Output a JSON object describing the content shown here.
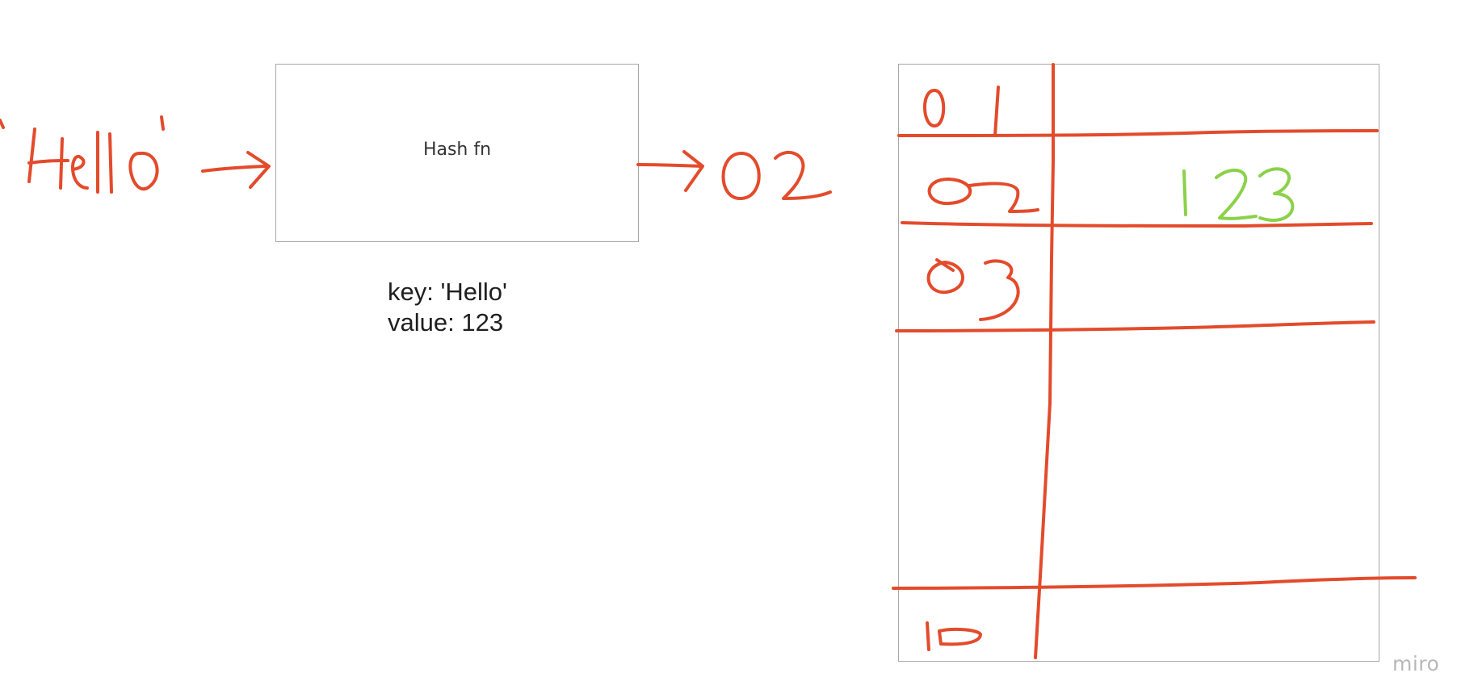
{
  "diagram": {
    "hash_box": {
      "label": "Hash fn"
    },
    "note": {
      "key_line": "key: 'Hello'",
      "value_line": "value: 123"
    },
    "handwritten": {
      "input_key": "'Hello'",
      "hash_output": "02",
      "row_labels": [
        "01",
        "02",
        "03",
        "10"
      ],
      "stored_value": "123"
    },
    "colors": {
      "ink_red": "#e34b2c",
      "ink_green": "#8bd14a",
      "box_border": "#a7a7a7",
      "watermark": "#b8b8b8"
    },
    "watermark": "miro"
  }
}
